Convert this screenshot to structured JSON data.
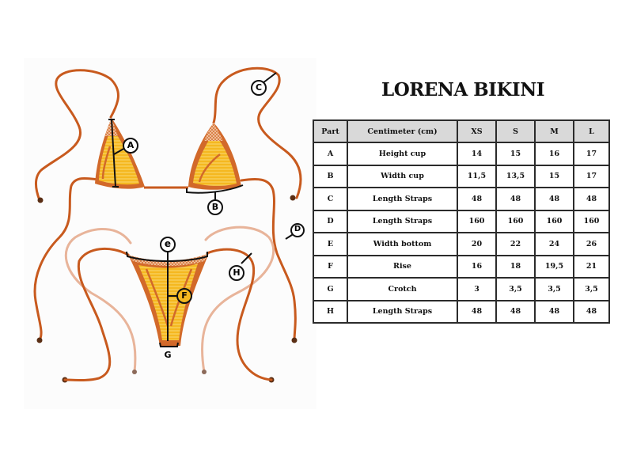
{
  "document": {
    "title": "LORENA BIKINI"
  },
  "illustration": {
    "labels": {
      "a": "A",
      "b": "B",
      "c": "C",
      "d": "D",
      "e": "e",
      "f": "F",
      "g": "G",
      "h": "H"
    },
    "colors": {
      "strap": "#c85a1e",
      "strap_light": "#e8b49a",
      "fabric_yellow": "#f5b820",
      "fabric_orange": "#e07a2a",
      "trim": "#d2692a",
      "outline": "#111111",
      "bead": "#5a2e14"
    }
  },
  "size_table": {
    "headers": [
      "Part",
      "Centimeter (cm)",
      "XS",
      "S",
      "M",
      "L"
    ],
    "rows": [
      [
        "A",
        "Height cup",
        "14",
        "15",
        "16",
        "17"
      ],
      [
        "B",
        "Width cup",
        "11,5",
        "13,5",
        "15",
        "17"
      ],
      [
        "C",
        "Length Straps",
        "48",
        "48",
        "48",
        "48"
      ],
      [
        "D",
        "Length Straps",
        "160",
        "160",
        "160",
        "160"
      ],
      [
        "E",
        "Width bottom",
        "20",
        "22",
        "24",
        "26"
      ],
      [
        "F",
        "Rise",
        "16",
        "18",
        "19,5",
        "21"
      ],
      [
        "G",
        "Crotch",
        "3",
        "3,5",
        "3,5",
        "3,5"
      ],
      [
        "H",
        "Length Straps",
        "48",
        "48",
        "48",
        "48"
      ]
    ],
    "header_bg": "#d9d9d9",
    "border_color": "#2b2b2b"
  }
}
